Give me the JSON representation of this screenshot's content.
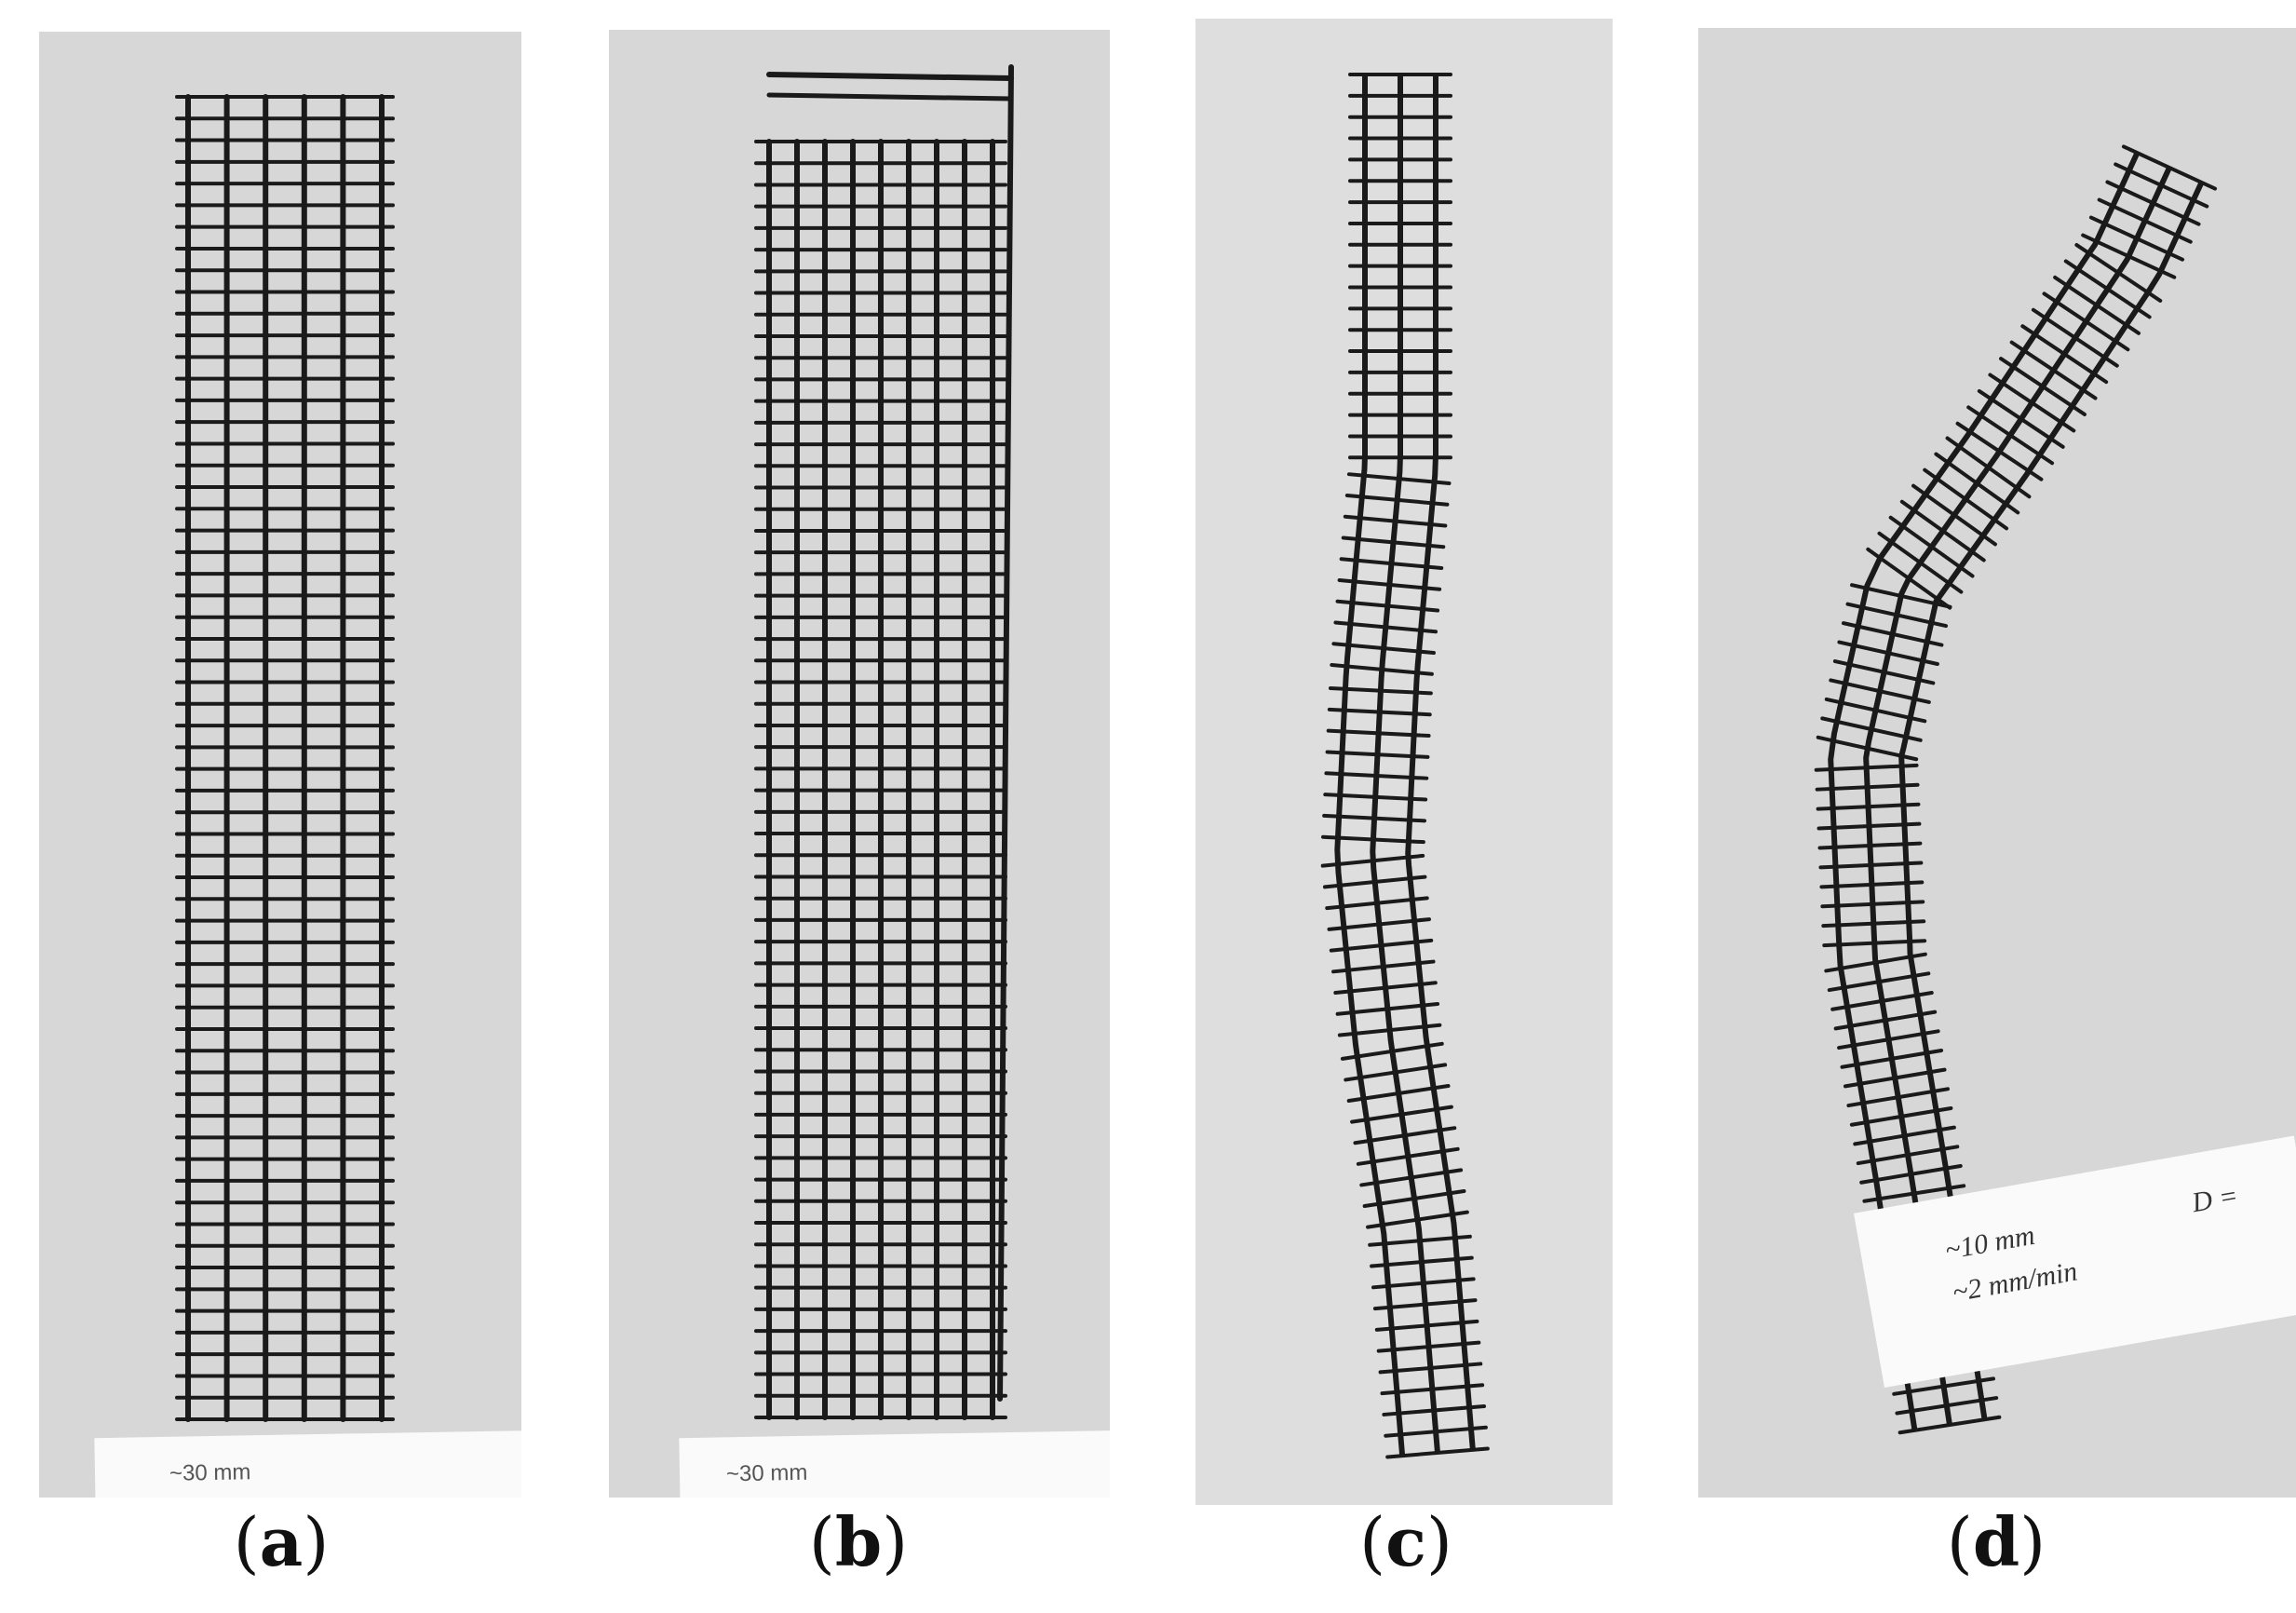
{
  "figure": {
    "panels": [
      {
        "id": "a",
        "caption_open": "(",
        "caption_letter": "a",
        "caption_close": ")",
        "label_card_text": "~30 mm"
      },
      {
        "id": "b",
        "caption_open": "(",
        "caption_letter": "b",
        "caption_close": ")",
        "label_card_text": "~30 mm"
      },
      {
        "id": "c",
        "caption_open": "(",
        "caption_letter": "c",
        "caption_close": ")"
      },
      {
        "id": "d",
        "caption_open": "(",
        "caption_letter": "d",
        "caption_close": ")",
        "label_card_line1": "~10 mm",
        "label_card_line2": "~2 mm/min",
        "label_card_corner": "D ="
      }
    ]
  },
  "colors": {
    "panel_background": "#d7d7d7",
    "mesh": "#1a1a1a",
    "card": "#fafafa"
  }
}
